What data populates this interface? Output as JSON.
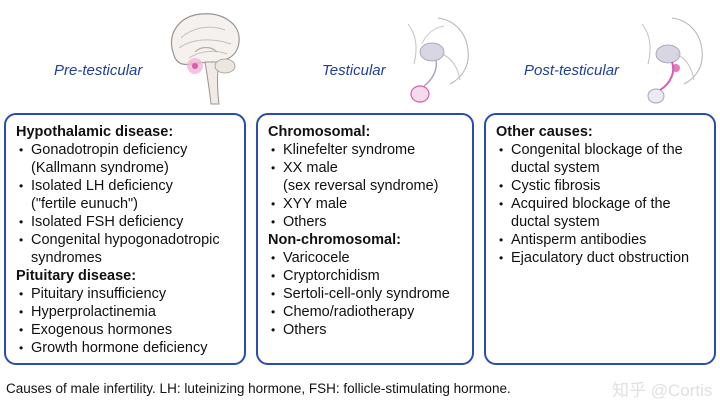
{
  "headings": [
    "Pre-testicular",
    "Testicular",
    "Post-testicular"
  ],
  "box1": {
    "sections": [
      {
        "title": "Hypothalamic disease:",
        "items": [
          {
            "lines": [
              "Gonadotropin deficiency",
              "(Kallmann syndrome)"
            ]
          },
          {
            "lines": [
              "Isolated LH deficiency",
              "(\"fertile eunuch\")"
            ]
          },
          {
            "lines": [
              "Isolated FSH deficiency"
            ]
          },
          {
            "lines": [
              "Congenital hypogonadotropic",
              "syndromes"
            ]
          }
        ]
      },
      {
        "title": "Pituitary disease:",
        "items": [
          {
            "lines": [
              "Pituitary insufficiency"
            ]
          },
          {
            "lines": [
              "Hyperprolactinemia"
            ]
          },
          {
            "lines": [
              "Exogenous hormones"
            ]
          },
          {
            "lines": [
              "Growth hormone deficiency"
            ]
          }
        ]
      }
    ]
  },
  "box2": {
    "sections": [
      {
        "title": "Chromosomal:",
        "items": [
          {
            "lines": [
              "Klinefelter syndrome"
            ]
          },
          {
            "lines": [
              "XX male",
              "(sex reversal syndrome)"
            ]
          },
          {
            "lines": [
              "XYY male"
            ]
          },
          {
            "lines": [
              "Others"
            ]
          }
        ]
      },
      {
        "title": "Non-chromosomal:",
        "items": [
          {
            "lines": [
              "Varicocele"
            ]
          },
          {
            "lines": [
              "Cryptorchidism"
            ]
          },
          {
            "lines": [
              "Sertoli-cell-only syndrome"
            ]
          },
          {
            "lines": [
              "Chemo/radiotherapy"
            ]
          },
          {
            "lines": [
              "Others"
            ]
          }
        ]
      }
    ]
  },
  "box3": {
    "sections": [
      {
        "title": "Other causes:",
        "items": [
          {
            "lines": [
              "Congenital blockage of the",
              "ductal system"
            ]
          },
          {
            "lines": [
              "Cystic fibrosis"
            ]
          },
          {
            "lines": [
              "Acquired blockage of the",
              "ductal system"
            ]
          },
          {
            "lines": [
              "Antisperm antibodies"
            ]
          },
          {
            "lines": [
              "Ejaculatory duct obstruction"
            ]
          }
        ]
      }
    ]
  },
  "caption": "Causes of male infertility. LH: luteinizing hormone, FSH: follicle-stimulating hormone.",
  "watermark": "知乎 @Cortis",
  "colors": {
    "box_border": "#2a4bb0",
    "heading": "#1f3f9e",
    "highlight": "#d85bb0"
  }
}
